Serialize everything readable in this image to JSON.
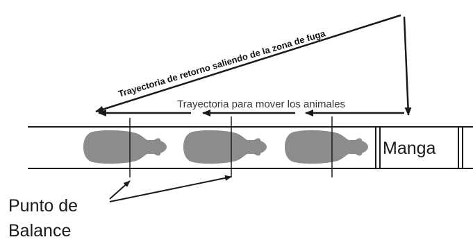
{
  "diagram": {
    "return_path_label": "Trayectoria de retorno saliendo de la zona de fuga",
    "move_path_label": "Trayectoria para mover los animales",
    "chute_label": "Manga",
    "balance_point_label_line1": "Punto de",
    "balance_point_label_line2": "Balance",
    "animal_count": 3,
    "ink_color": "#1a1a1a",
    "animal_color": "#8c8c8c"
  }
}
